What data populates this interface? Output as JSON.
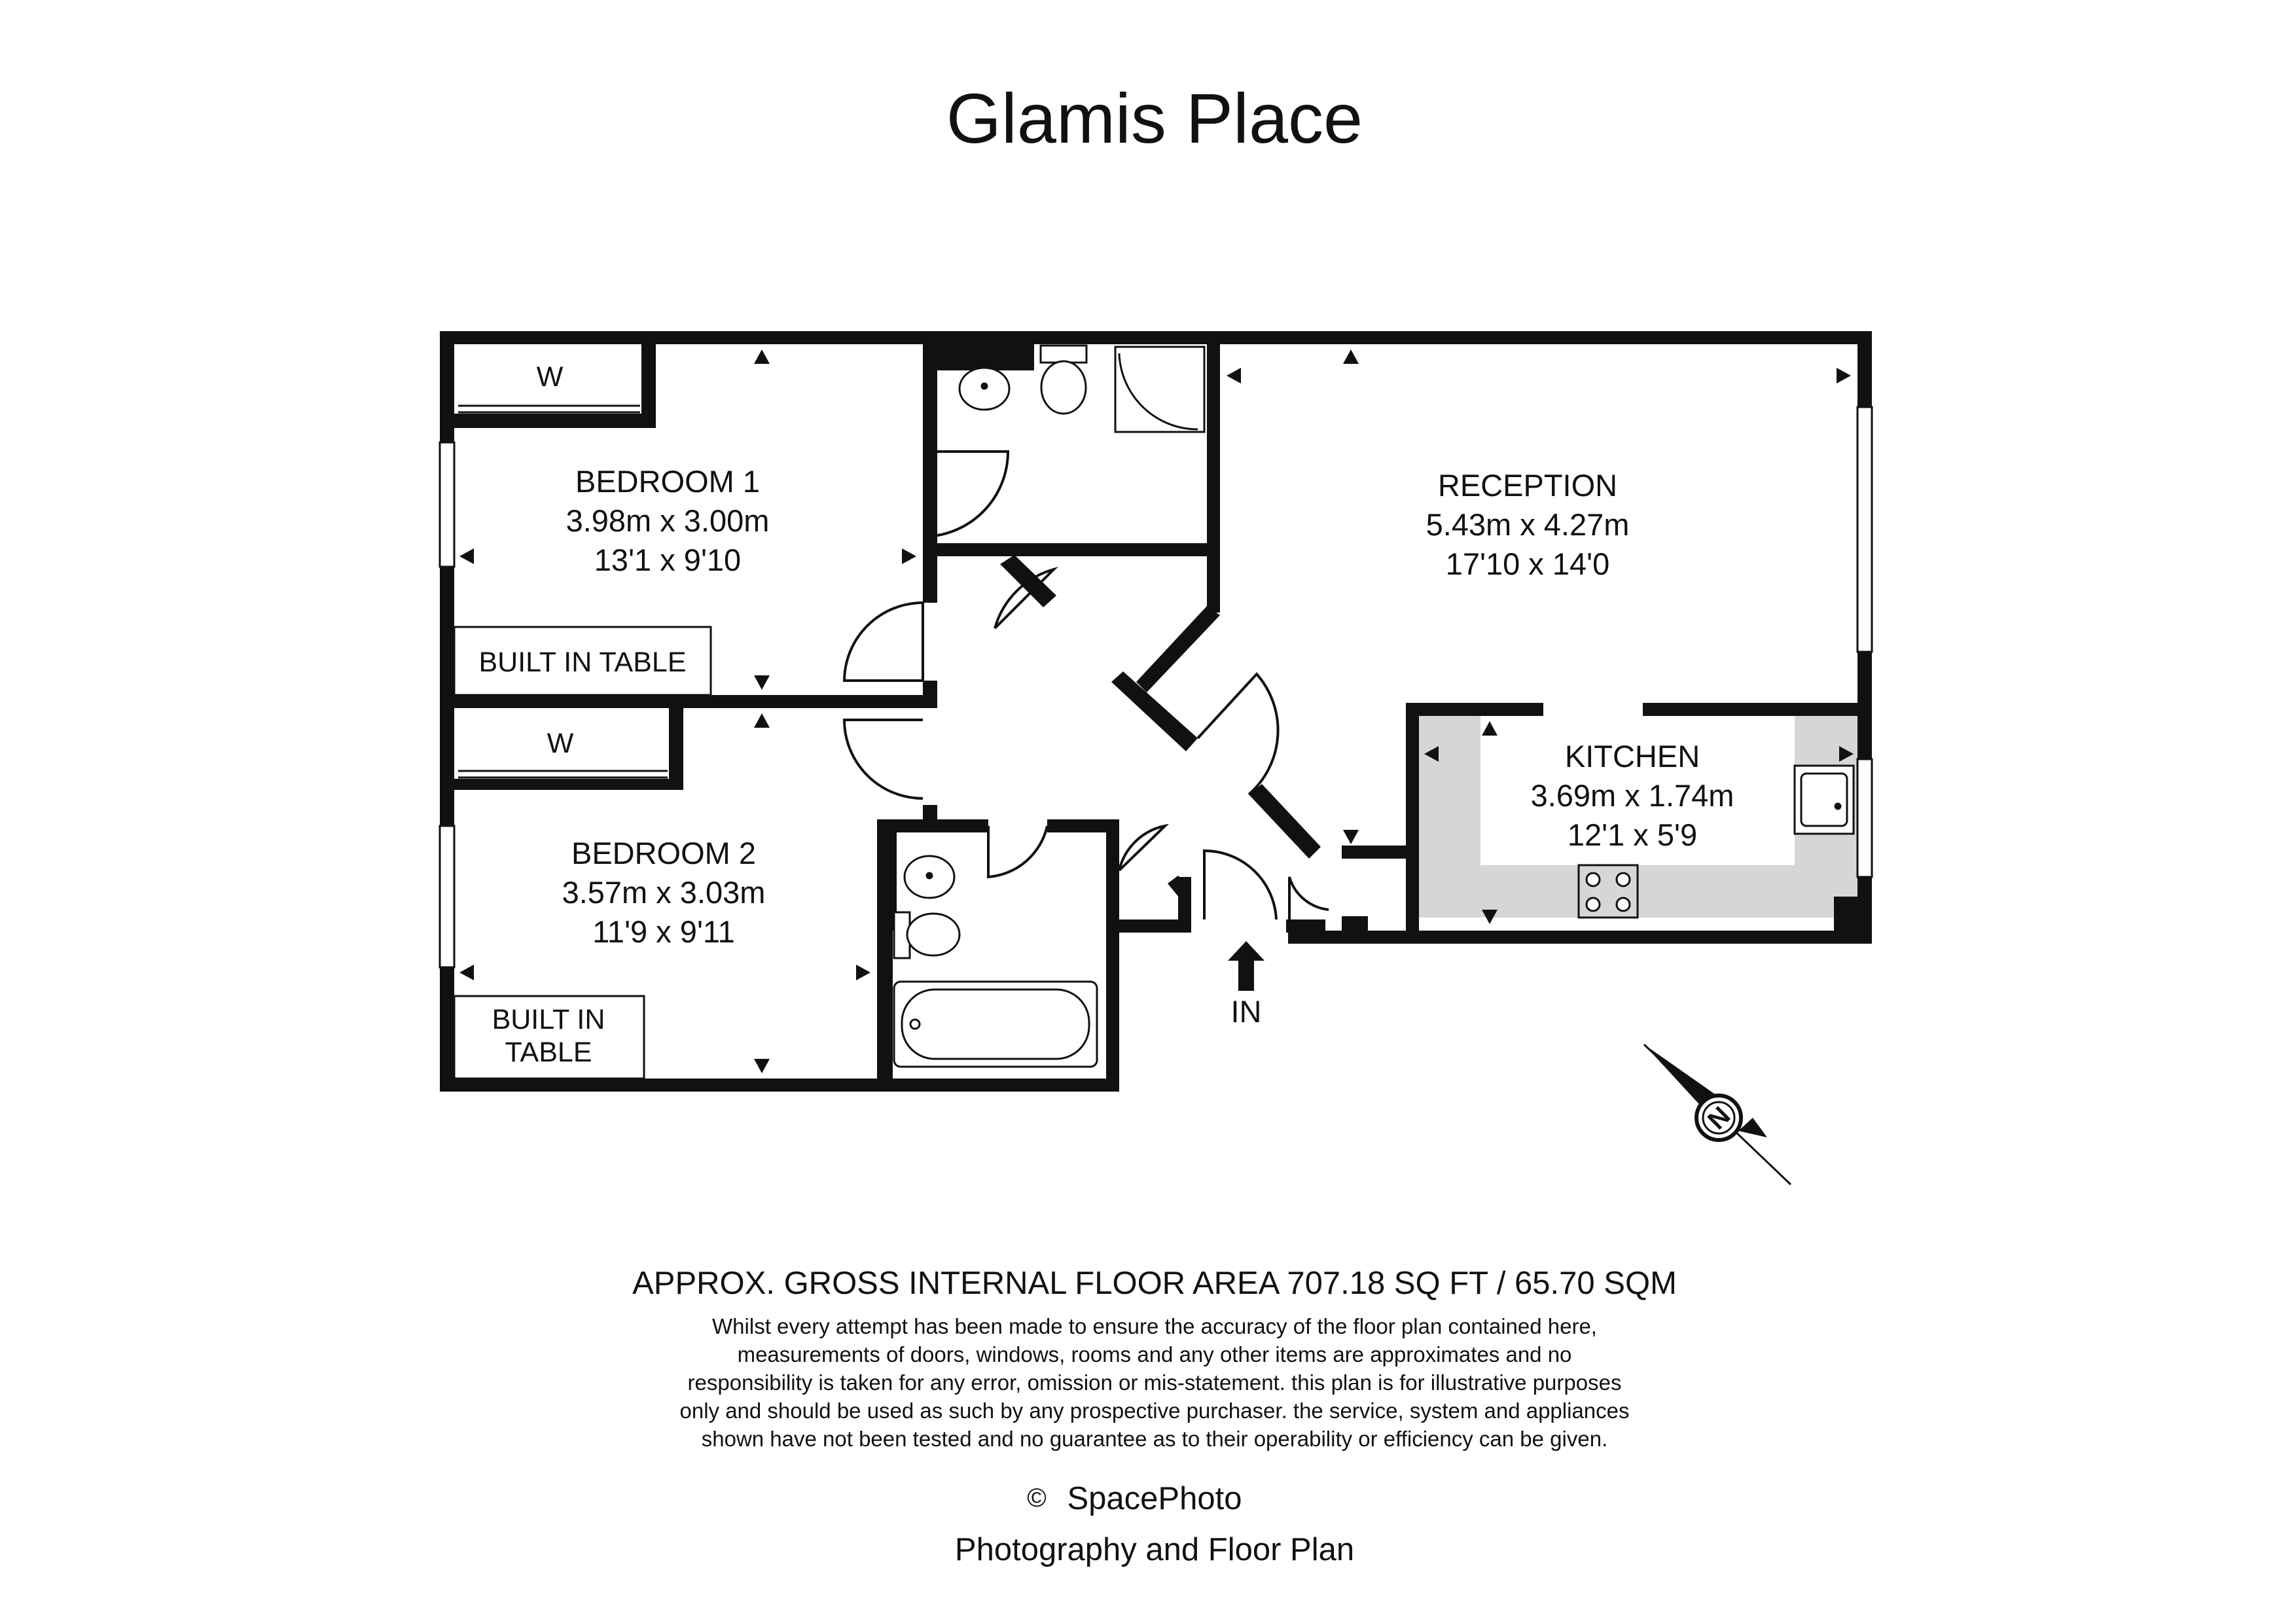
{
  "title": "Glamis Place",
  "rooms": {
    "bedroom1": {
      "name": "BEDROOM 1",
      "metric": "3.98m x 3.00m",
      "imperial": "13'1 x 9'10"
    },
    "bedroom2": {
      "name": "BEDROOM 2",
      "metric": "3.57m x 3.03m",
      "imperial": "11'9 x 9'11"
    },
    "reception": {
      "name": "RECEPTION",
      "metric": "5.43m x 4.27m",
      "imperial": "17'10 x 14'0"
    },
    "kitchen": {
      "name": "KITCHEN",
      "metric": "3.69m x 1.74m",
      "imperial": "12'1 x 5'9"
    }
  },
  "fixtures": {
    "wardrobe1": "W",
    "wardrobe2": "W",
    "table1": "BUILT IN TABLE",
    "table2_line1": "BUILT IN",
    "table2_line2": "TABLE"
  },
  "entrance": "IN",
  "compass": "N",
  "floor_area": "APPROX. GROSS INTERNAL FLOOR AREA 707.18 SQ FT / 65.70 SQM",
  "disclaimer": [
    "Whilst every attempt has been made to ensure the accuracy of the floor plan contained here,",
    "measurements of doors, windows, rooms and any other items are approximates and no",
    "responsibility is taken for any error, omission or mis-statement. this plan is for illustrative purposes",
    "only and should be used as such by any prospective purchaser. the service, system and appliances",
    "shown have not been tested and no guarantee as to their operability or efficiency can be given."
  ],
  "copyright_symbol": "©",
  "credit_name": "SpacePhoto",
  "credit_tagline": "Photography and Floor Plan",
  "colors": {
    "wall": "#111111",
    "kitchen_floor": "#d6d6d6",
    "background": "#ffffff"
  }
}
